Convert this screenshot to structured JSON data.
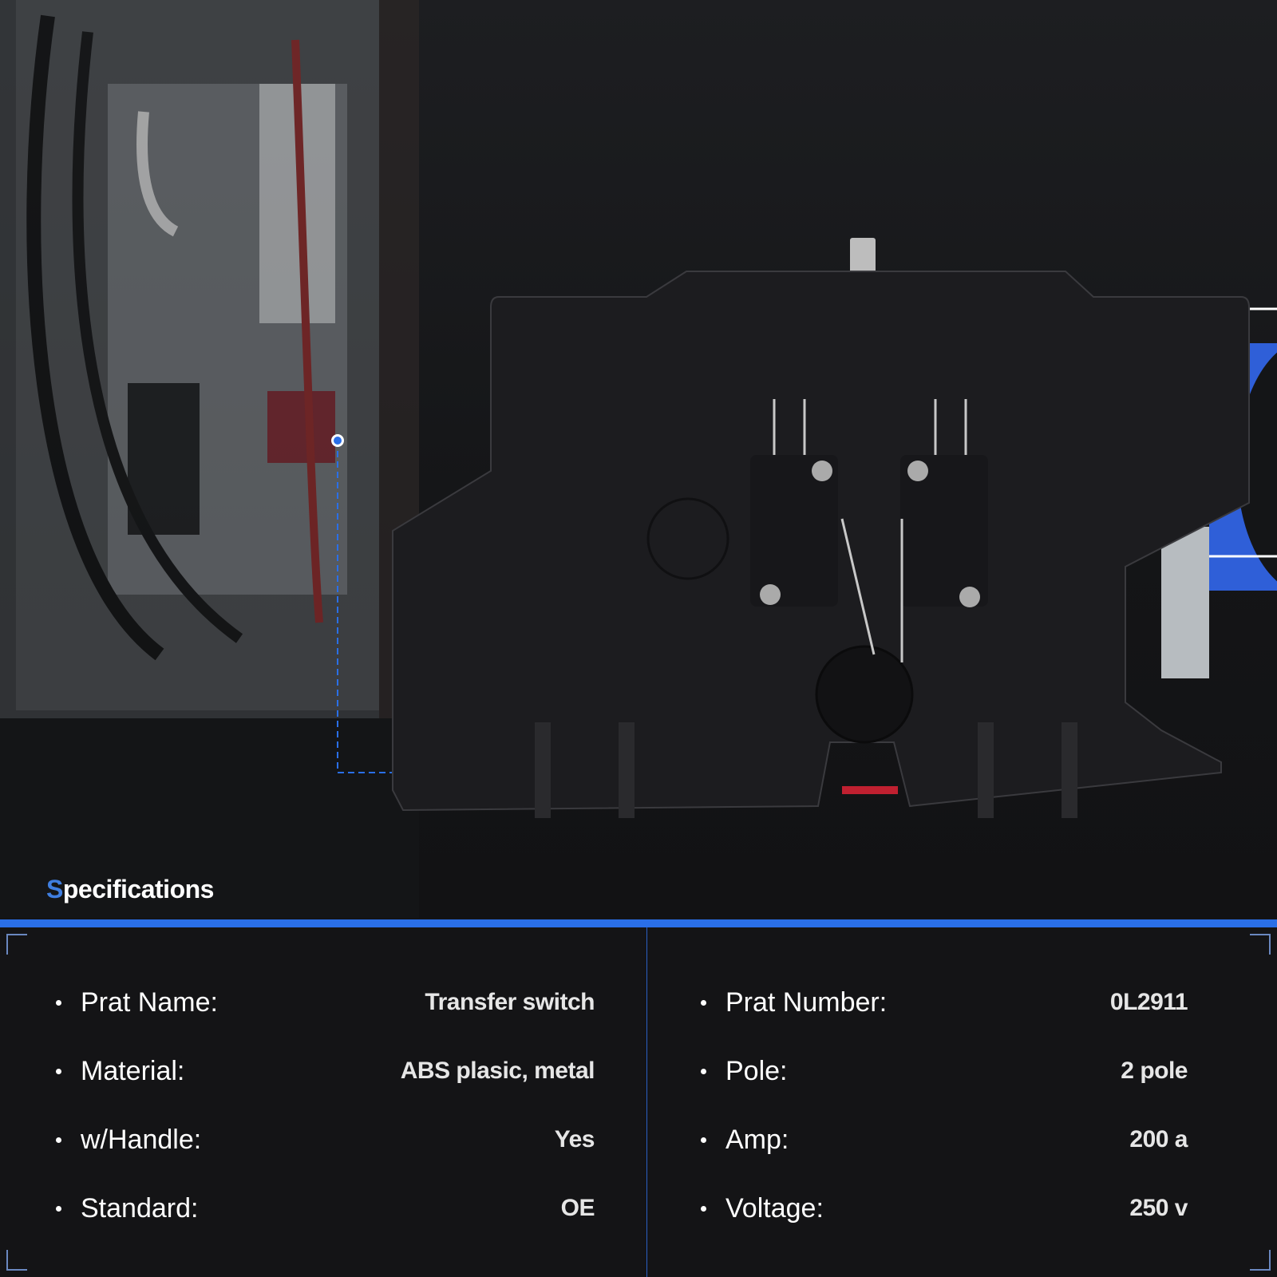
{
  "section_title": {
    "accent": "S",
    "rest": "pecifications"
  },
  "colors": {
    "accent": "#2a6fe8",
    "background": "#141416"
  },
  "specs_left": [
    {
      "label": "Prat Name:",
      "value": "Transfer switch"
    },
    {
      "label": "Material:",
      "value": "ABS plasic, metal"
    },
    {
      "label": "w/Handle:",
      "value": "Yes"
    },
    {
      "label": "Standard:",
      "value": "OE"
    }
  ],
  "specs_right": [
    {
      "label": "Prat Number:",
      "value": "0L2911"
    },
    {
      "label": "Pole:",
      "value": "2 pole"
    },
    {
      "label": "Amp:",
      "value": "200 a"
    },
    {
      "label": "Voltage:",
      "value": "250 v"
    }
  ]
}
